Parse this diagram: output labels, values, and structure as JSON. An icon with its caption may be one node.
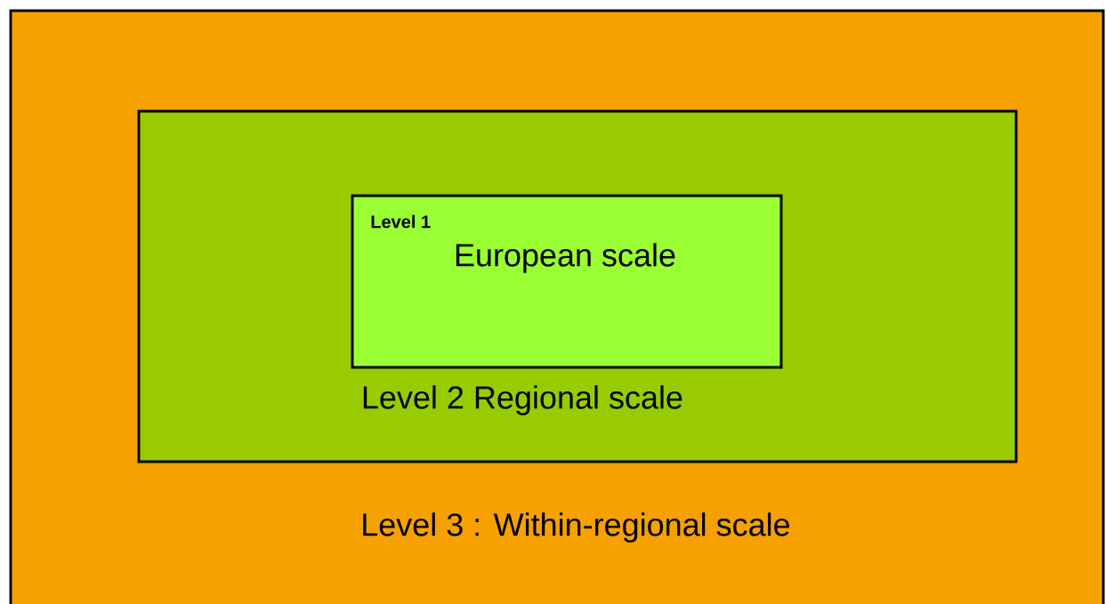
{
  "diagram": {
    "nodes": [
      {
        "text": [
          "Level 3 : Within-regional scale"
        ]
      },
      {
        "text": [
          "Level 2 Regional scale"
        ],
        "in": 0
      },
      {
        "text": [
          "Level 1",
          "European scale"
        ],
        "in": 1
      }
    ]
  }
}
